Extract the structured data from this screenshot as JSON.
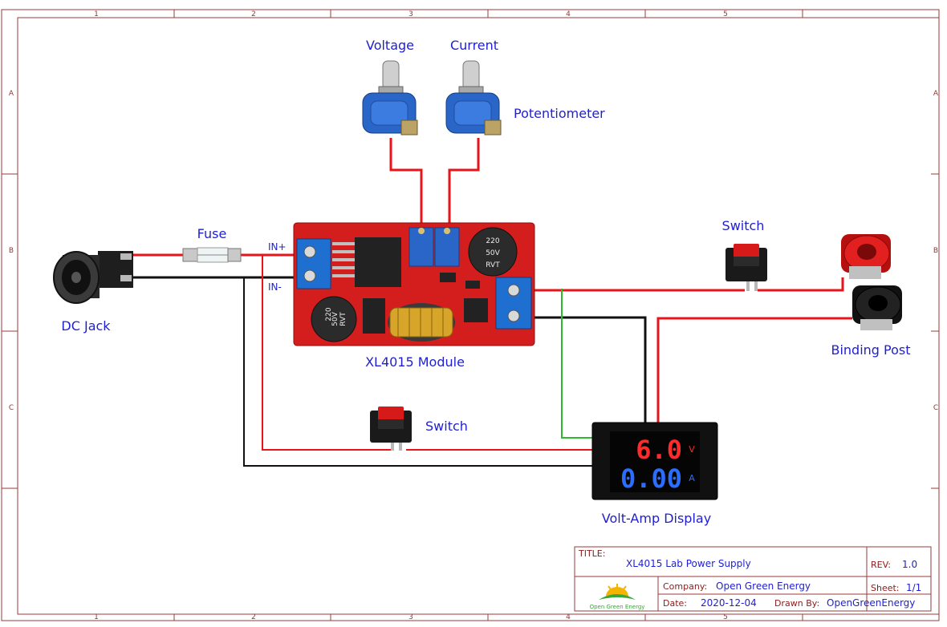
{
  "grid": {
    "columns": [
      "1",
      "2",
      "3",
      "4",
      "5"
    ],
    "rows": [
      "A",
      "B",
      "C"
    ]
  },
  "labels": {
    "voltage": "Voltage",
    "current": "Current",
    "potentiometer": "Potentiometer",
    "fuse": "Fuse",
    "in_plus": "IN+",
    "in_minus": "IN-",
    "dc_jack": "DC Jack",
    "module": "XL4015 Module",
    "switch_top": "Switch",
    "switch_bottom": "Switch",
    "binding_post": "Binding Post",
    "volt_amp": "Volt-Amp Display"
  },
  "capacitors": {
    "top": [
      "220",
      "50V",
      "RVT"
    ],
    "bottom": [
      "220",
      "50V",
      "RVT"
    ]
  },
  "display": {
    "volts": "6.0",
    "amps": "0.00",
    "volt_unit": "V",
    "amp_unit": "A"
  },
  "title_block": {
    "title_key": "TITLE:",
    "title": "XL4015 Lab Power Supply",
    "rev_key": "REV:",
    "rev": "1.0",
    "company_key": "Company:",
    "company": "Open Green Energy",
    "sheet_key": "Sheet:",
    "sheet": "1/1",
    "date_key": "Date:",
    "date": "2020-12-04",
    "drawn_key": "Drawn By:",
    "drawn": "OpenGreenEnergy",
    "logo_text": "Open Green Energy"
  },
  "colors": {
    "wire_red": "#e8141a",
    "wire_black": "#111111",
    "wire_green": "#2dbb2d",
    "label_blue": "#1f1fd1",
    "border": "#9b3a3a",
    "pcb_red": "#d41e1e",
    "terminal_blue": "#1e6fd0"
  }
}
